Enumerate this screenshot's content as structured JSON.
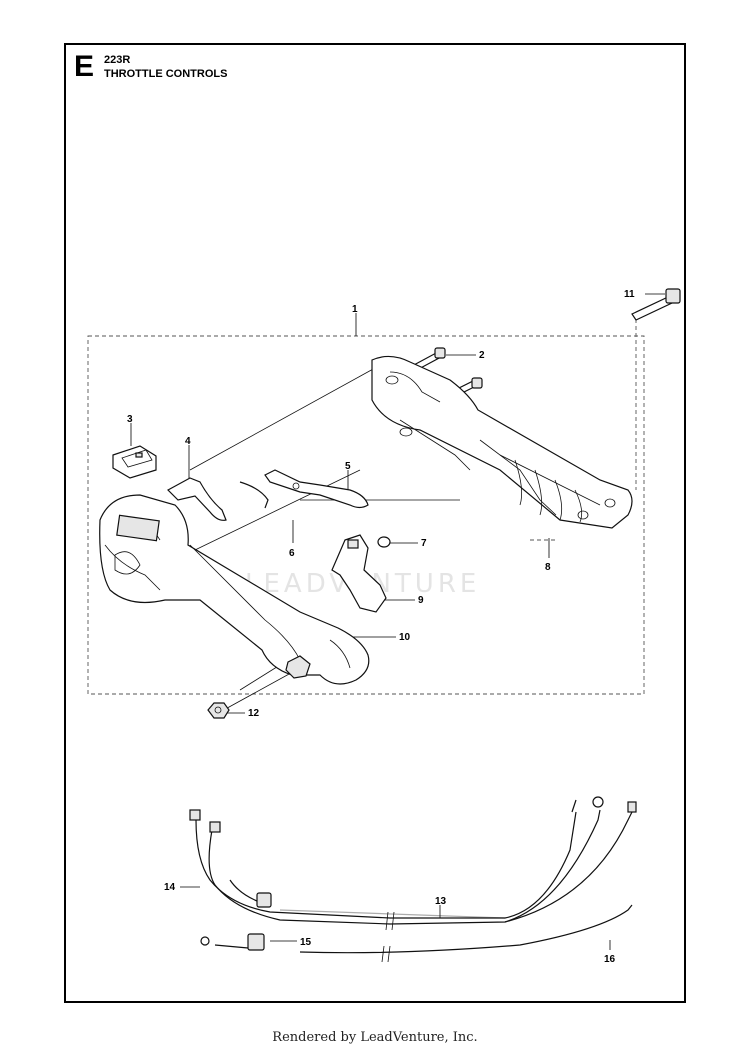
{
  "header": {
    "section_letter": "E",
    "model": "223R",
    "title": "THROTTLE CONTROLS"
  },
  "callouts": [
    "1",
    "2",
    "3",
    "4",
    "5",
    "6",
    "7",
    "8",
    "9",
    "10",
    "11",
    "12",
    "13",
    "14",
    "15",
    "16"
  ],
  "watermark": "LEADVENTURE",
  "footer": "Rendered by LeadVenture, Inc."
}
